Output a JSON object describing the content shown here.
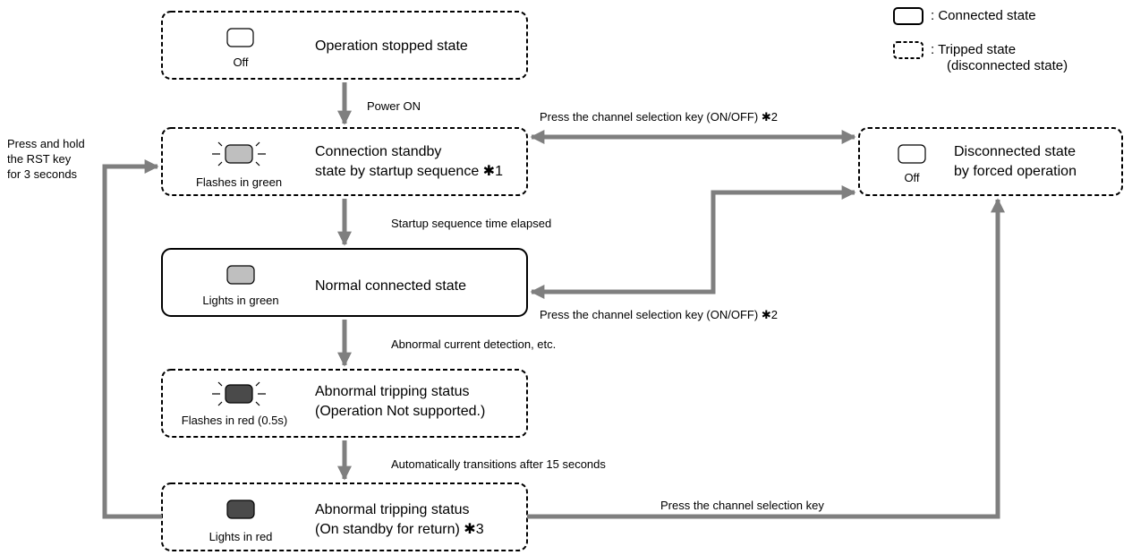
{
  "legend": {
    "connected": ": Connected state",
    "tripped_line1": ": Tripped state",
    "tripped_line2": "(disconnected state)"
  },
  "states": {
    "stopped": {
      "led_label": "Off",
      "title": "Operation stopped state"
    },
    "standby": {
      "led_label": "Flashes in green",
      "title_line1": "Connection standby",
      "title_line2": "state by startup sequence ✱1"
    },
    "normal": {
      "led_label": "Lights in green",
      "title": "Normal connected state"
    },
    "abnormal_flash": {
      "led_label": "Flashes in red (0.5s)",
      "title_line1": "Abnormal tripping status",
      "title_line2": "(Operation Not supported.)"
    },
    "abnormal_standby": {
      "led_label": "Lights in red",
      "title_line1": "Abnormal tripping  status",
      "title_line2": "(On standby for return) ✱3"
    },
    "forced": {
      "led_label": "Off",
      "title_line1": "Disconnected state",
      "title_line2": "by forced operation"
    }
  },
  "transitions": {
    "power_on": "Power ON",
    "startup_elapsed": "Startup sequence time elapsed",
    "abnormal_detect": "Abnormal current detection, etc.",
    "auto_15s": "Automatically transitions after 15 seconds",
    "channel_key_top": "Press the channel selection key (ON/OFF) ✱2",
    "channel_key_mid": "Press the channel selection key (ON/OFF) ✱2",
    "channel_key_bottom": "Press the channel selection key",
    "rst_line1": "Press and hold",
    "rst_line2": "the RST key",
    "rst_line3": "for 3 seconds"
  },
  "colors": {
    "arrow": "#7f7f7f",
    "led_off": "#ffffff",
    "led_green": "#bfbfbf",
    "led_red": "#4a4a4a"
  }
}
